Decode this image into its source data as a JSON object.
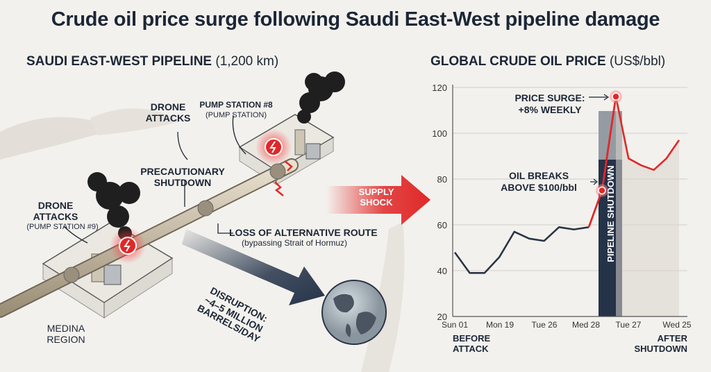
{
  "title": "Crude oil price surge following Saudi East-West pipeline damage",
  "left_panel": {
    "heading": "SAUDI EAST-WEST PIPELINE",
    "heading_note": "(1,200 km)",
    "labels": {
      "drone_attacks_top": "DRONE\nATTACKS",
      "pump_station_8": "PUMP STATION #8",
      "pump_station_8_sub": "(PUMP STATION)",
      "precautionary": "PRECAUTIONARY\nSHUTDOWN",
      "drone_attacks_left": "DRONE\nATTACKS",
      "pump_station_9_sub": "(PUMP STATION #9)",
      "loss_route": "LOSS OF ALTERNATIVE ROUTE",
      "loss_route_sub": "(bypassing Strait of Hormuz)",
      "disruption": "DISRUPTION:\n~4–5 MILLION\nBARRELS/DAY",
      "medina": "MEDINA\nREGION",
      "supply_shock": "SUPPLY\nSHOCK"
    }
  },
  "right_panel": {
    "heading": "GLOBAL CRUDE OIL PRICE",
    "heading_note": "(US$/bbl)"
  },
  "colors": {
    "accent_red": "#e02828",
    "navy": "#253349",
    "line": "#2a3446"
  },
  "chart_data": {
    "type": "line",
    "title": "GLOBAL CRUDE OIL PRICE",
    "ylabel": "(US$/bbl)",
    "ylim": [
      20,
      120
    ],
    "yticks": [
      20,
      40,
      60,
      80,
      100,
      120
    ],
    "xtick_labels": [
      "Sun 01",
      "Mon 19",
      "Tue 26",
      "Med 28",
      "Tue 27",
      "Wed 25"
    ],
    "x_end_labels": [
      "BEFORE\nATTACK",
      "AFTER\nSHUTDOWN"
    ],
    "grid": true,
    "series": [
      {
        "segment": "before",
        "color": "#2a3446",
        "values": [
          48,
          39,
          39,
          46,
          57,
          54,
          53,
          59,
          58,
          59
        ]
      },
      {
        "segment": "surge",
        "color": "#e02828",
        "values": [
          59,
          75,
          116
        ]
      },
      {
        "segment": "after",
        "color": "#e02828",
        "values": [
          116,
          89,
          86,
          84,
          89,
          97
        ]
      }
    ],
    "annotations": [
      {
        "text": "PRICE SURGE:\n+8% WEEKLY",
        "value": 116
      },
      {
        "text": "OIL BREAKS\nABOVE $100/bbl",
        "value": 75
      },
      {
        "text": "PIPELINE SHUTDOWN"
      }
    ]
  }
}
